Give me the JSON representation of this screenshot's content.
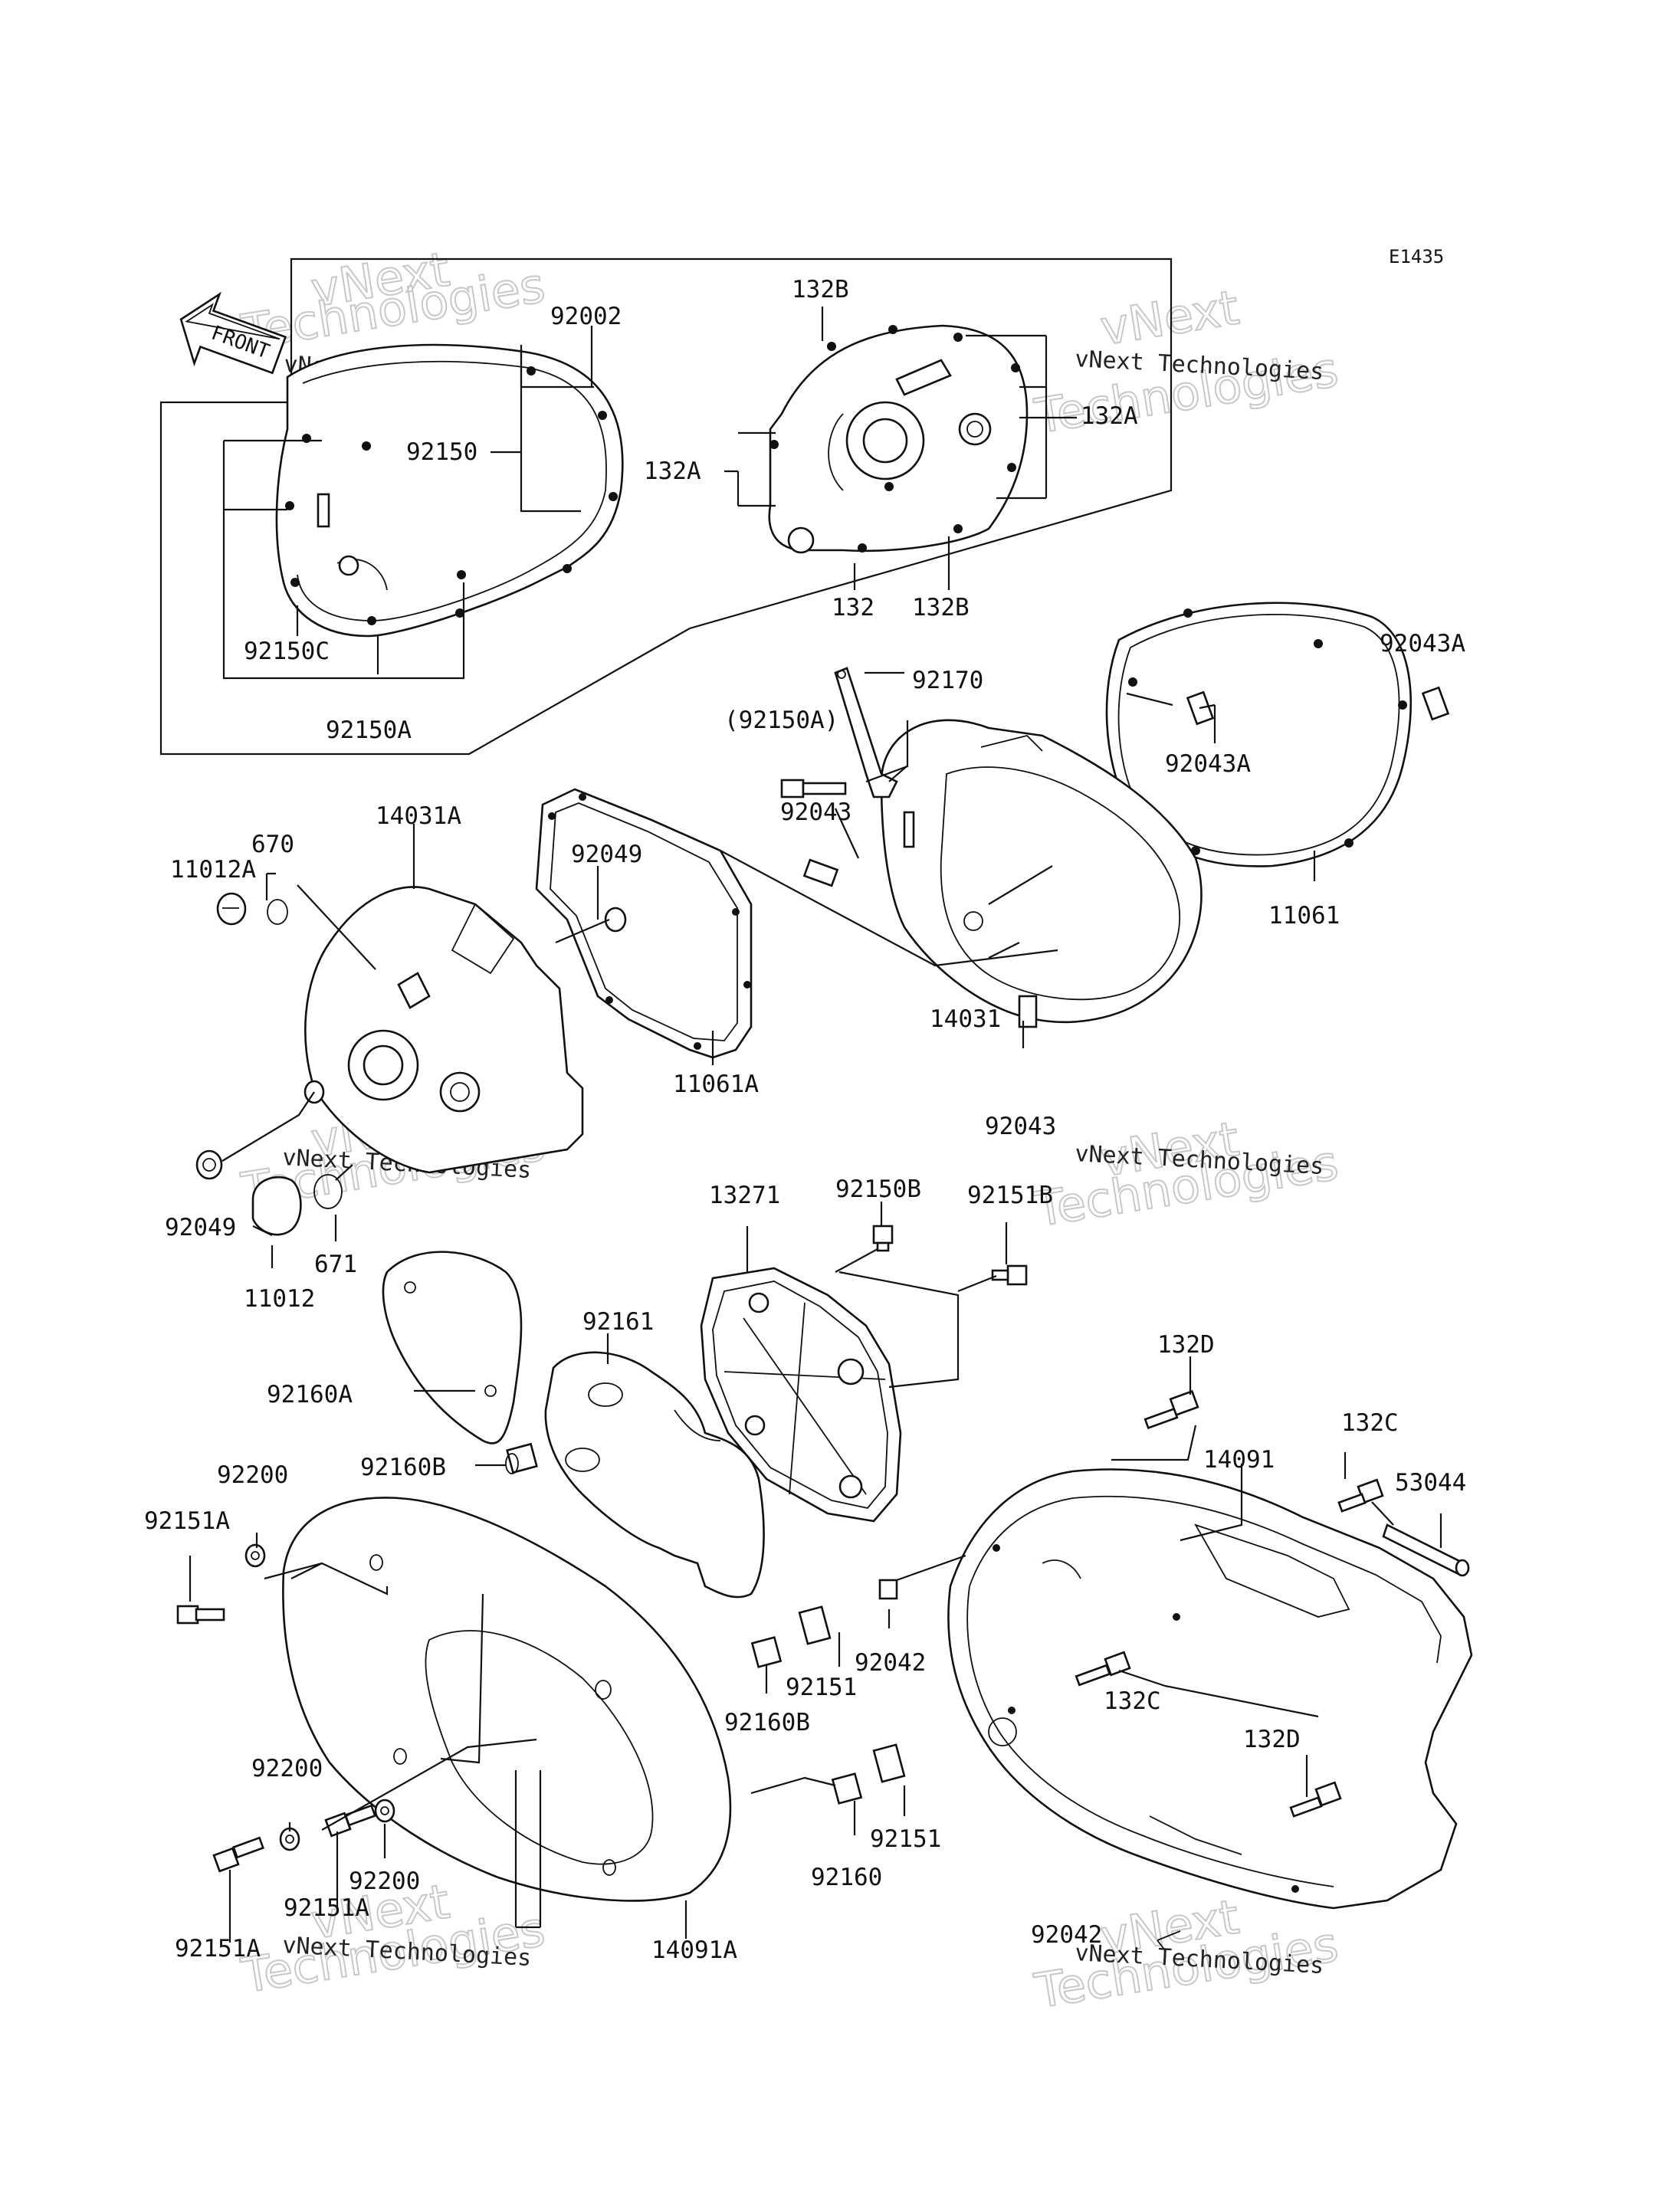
{
  "diagram": {
    "code": "E1435",
    "direction_arrow": "FRONT",
    "watermarks": [
      {
        "line1": "vNext Technologies",
        "line2": "vNext",
        "line3": "Technologies"
      },
      {
        "line1": "vNext Technologies",
        "line2": "vNext",
        "line3": "Technologies"
      },
      {
        "line1": "vNext Technologies",
        "line2": "vNext",
        "line3": "Technologies"
      },
      {
        "line1": "vNext Technologies",
        "line2": "vNext",
        "line3": "Technologies"
      },
      {
        "line1": "vNext Technologies",
        "line2": "vNext",
        "line3": "Technologies"
      },
      {
        "line1": "vNext Technologies",
        "line2": "vNext",
        "line3": "Technologies"
      }
    ],
    "labels": [
      "92002",
      "132B",
      "92150",
      "132A",
      "132A",
      "92150C",
      "132",
      "132B",
      "92150A",
      "92170",
      "92043A",
      "(92150A)",
      "92043A",
      "92043",
      "14031A",
      "670",
      "11012A",
      "92049",
      "11061",
      "14031",
      "11061A",
      "92043",
      "92049",
      "671",
      "11012",
      "92150B",
      "13271",
      "92151B",
      "92161",
      "92160A",
      "132D",
      "132C",
      "53044",
      "14091",
      "92160B",
      "92200",
      "92151A",
      "92042",
      "92151",
      "92160B",
      "132C",
      "92200",
      "132D",
      "92151A",
      "92200",
      "92151",
      "92160",
      "92151A",
      "14091A",
      "92042"
    ]
  }
}
